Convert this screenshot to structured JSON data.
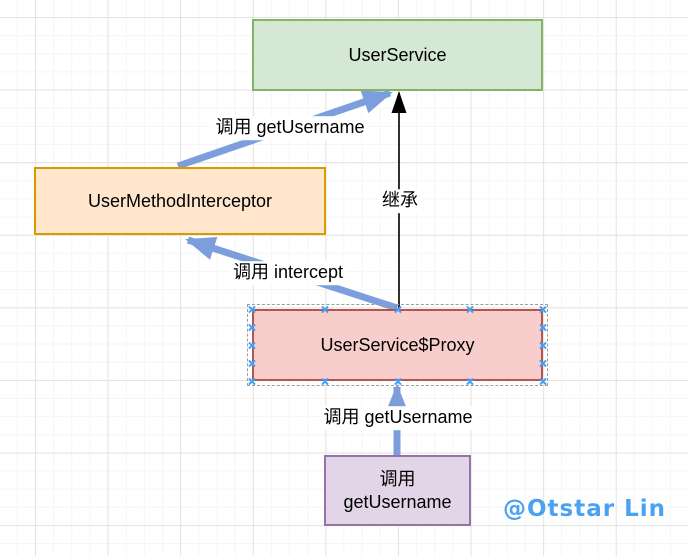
{
  "app": {
    "type": "diagram-canvas",
    "description": "draw.io style proxy-pattern diagram"
  },
  "colors": {
    "edge_blue": "#7d9edd",
    "edge_black": "#000000",
    "connection_cross_blue": "#3fa2f7",
    "watermark_blue": "#4aa2f2",
    "grid_minor": "#f5f5f5",
    "grid_major": "#e3e3e3"
  },
  "nodes": [
    {
      "id": "user-service",
      "label": "UserService",
      "fill": "#d5e8d4",
      "border": "#82b366",
      "selected": false
    },
    {
      "id": "user-method-interceptor",
      "label": "UserMethodInterceptor",
      "fill": "#ffe6cc",
      "border": "#d79b00",
      "selected": false
    },
    {
      "id": "user-service-proxy",
      "label": "UserService$Proxy",
      "fill": "#f8cecc",
      "border": "#b85450",
      "selected": true
    },
    {
      "id": "call-get-username",
      "label_line1": "调用",
      "label_line2": "getUsername",
      "fill": "#e1d5e7",
      "border": "#9673a6",
      "selected": false
    }
  ],
  "edges": [
    {
      "id": "edge-call-getusername-top",
      "label": "调用 getUsername",
      "color": "#7d9edd",
      "from": "user-method-interceptor",
      "to": "user-service"
    },
    {
      "id": "edge-inherit",
      "label": "继承",
      "color": "#000000",
      "from": "user-service-proxy",
      "to": "user-service"
    },
    {
      "id": "edge-call-intercept",
      "label": "调用 intercept",
      "color": "#7d9edd",
      "from": "user-service-proxy",
      "to": "user-method-interceptor"
    },
    {
      "id": "edge-call-getusername-bottom",
      "label": "调用 getUsername",
      "color": "#7d9edd",
      "from": "call-get-username",
      "to": "user-service-proxy"
    }
  ],
  "watermark": {
    "text": "@Otstar Lin",
    "color": "#4aa2f2"
  }
}
